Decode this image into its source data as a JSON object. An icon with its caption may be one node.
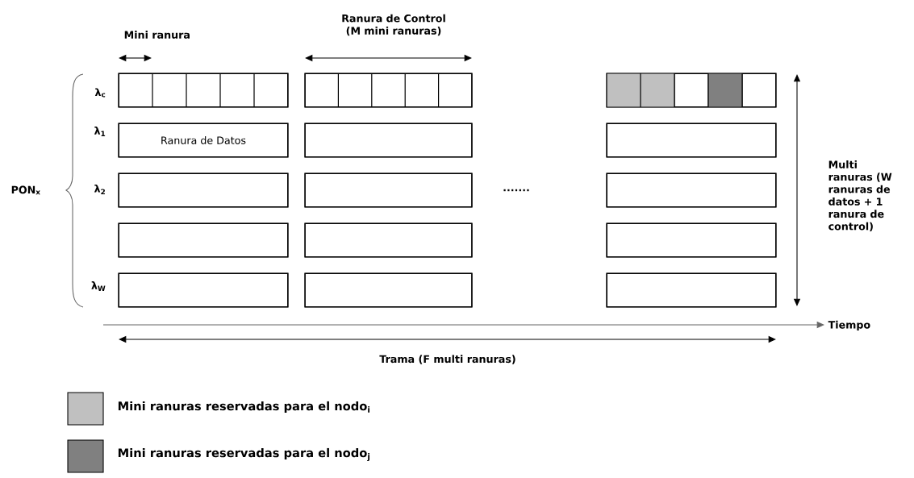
{
  "diagram": {
    "nodes": [
      {
        "text": [],
        "shape": "box"
      },
      {
        "text": [],
        "shape": "box"
      },
      {
        "text": [],
        "shape": "box"
      },
      {
        "text": [
          "Ranura de Datos"
        ]
      },
      {
        "text": [],
        "shape": "box"
      },
      {
        "text": [],
        "shape": "box"
      },
      {
        "text": [],
        "shape": "box"
      },
      {
        "text": [],
        "shape": "box"
      },
      {
        "text": [],
        "shape": "box"
      },
      {
        "text": [],
        "shape": "box"
      },
      {
        "text": [],
        "shape": "box"
      },
      {
        "text": [],
        "shape": "box"
      },
      {
        "text": [],
        "shape": "box"
      },
      {
        "text": [],
        "shape": "box"
      },
      {
        "text": [],
        "shape": "box"
      }
    ],
    "labels": [
      "Mini ranura",
      "Ranura de Control (M mini ranuras)",
      "λ$_{c}$",
      "λ$_{1}$",
      "PON$_{x}$",
      "λ$_{2}$",
      ".......",
      "Multi ranuras (W ranuras de datos + 1 ranura de control)",
      "λ$_{W}$",
      "Tiempo",
      "Trama (F multi ranuras)"
    ],
    "legend": [
      {
        "text": "Mini ranuras reservadas para el nodo$_{i}$",
        "color": "#c0c0c0"
      },
      {
        "text": "Mini ranuras reservadas para el nodo$_{j}$",
        "color": "#808080"
      }
    ]
  }
}
